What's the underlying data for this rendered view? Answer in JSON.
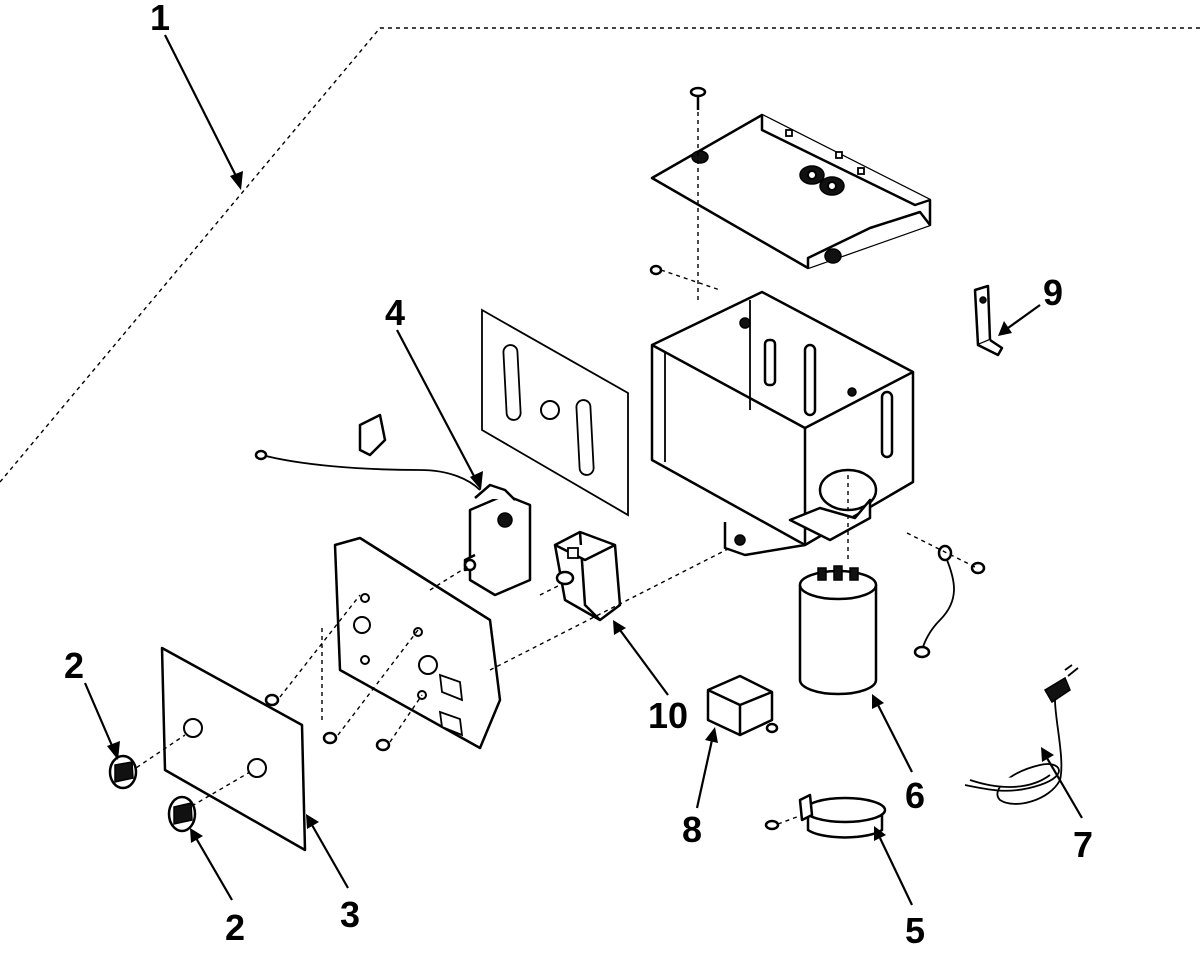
{
  "callouts": [
    {
      "id": "1",
      "label": "1"
    },
    {
      "id": "2a",
      "label": "2"
    },
    {
      "id": "2b",
      "label": "2"
    },
    {
      "id": "3",
      "label": "3"
    },
    {
      "id": "4",
      "label": "4"
    },
    {
      "id": "5",
      "label": "5"
    },
    {
      "id": "6",
      "label": "6"
    },
    {
      "id": "7",
      "label": "7"
    },
    {
      "id": "8",
      "label": "8"
    },
    {
      "id": "9",
      "label": "9"
    },
    {
      "id": "10",
      "label": "10"
    }
  ],
  "parts": [
    {
      "name": "assembly-boundary",
      "callout": "1"
    },
    {
      "name": "knob",
      "callout": "2"
    },
    {
      "name": "control-panel",
      "callout": "3"
    },
    {
      "name": "thermostat",
      "callout": "4"
    },
    {
      "name": "capacitor-clamp",
      "callout": "5"
    },
    {
      "name": "capacitor",
      "callout": "6"
    },
    {
      "name": "power-cord",
      "callout": "7"
    },
    {
      "name": "relay",
      "callout": "8"
    },
    {
      "name": "bracket",
      "callout": "9"
    },
    {
      "name": "selector-switch",
      "callout": "10"
    }
  ]
}
